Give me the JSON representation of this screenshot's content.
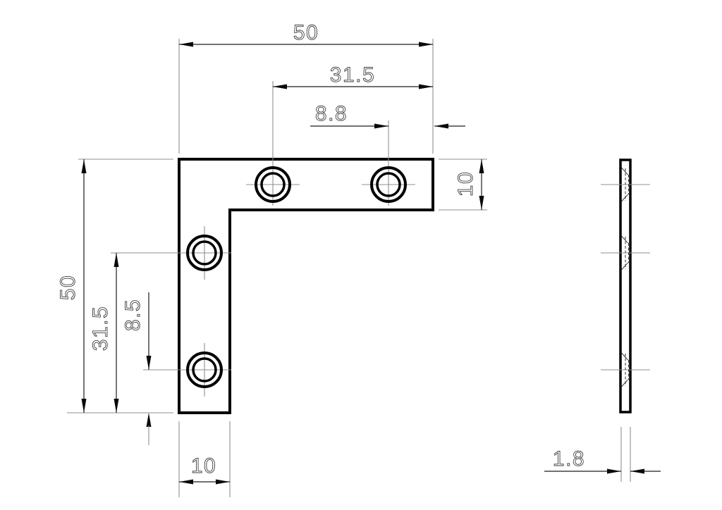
{
  "title": "L corner bracket technical drawing",
  "colors": {
    "background": "#ffffff",
    "outline": "#000000",
    "dimension_line": "#1c1c1c",
    "extension_line": "#8f8f8f",
    "dimension_text": "#3d3d3d"
  },
  "front_view": {
    "shape": "L-bracket",
    "hole_count": 4,
    "dim_top_width": "50",
    "dim_top_hole_span": "31.5",
    "dim_top_hole_to_edge": "8.8",
    "dim_left_height": "50",
    "dim_left_hole_span": "31.5",
    "dim_left_hole_to_edge": "8.5",
    "dim_bottom_arm_width": "10",
    "dim_right_arm_height": "10"
  },
  "side_view": {
    "shape": "flat plate profile",
    "hidden_hole_count": 3,
    "dim_thickness": "1.8"
  }
}
